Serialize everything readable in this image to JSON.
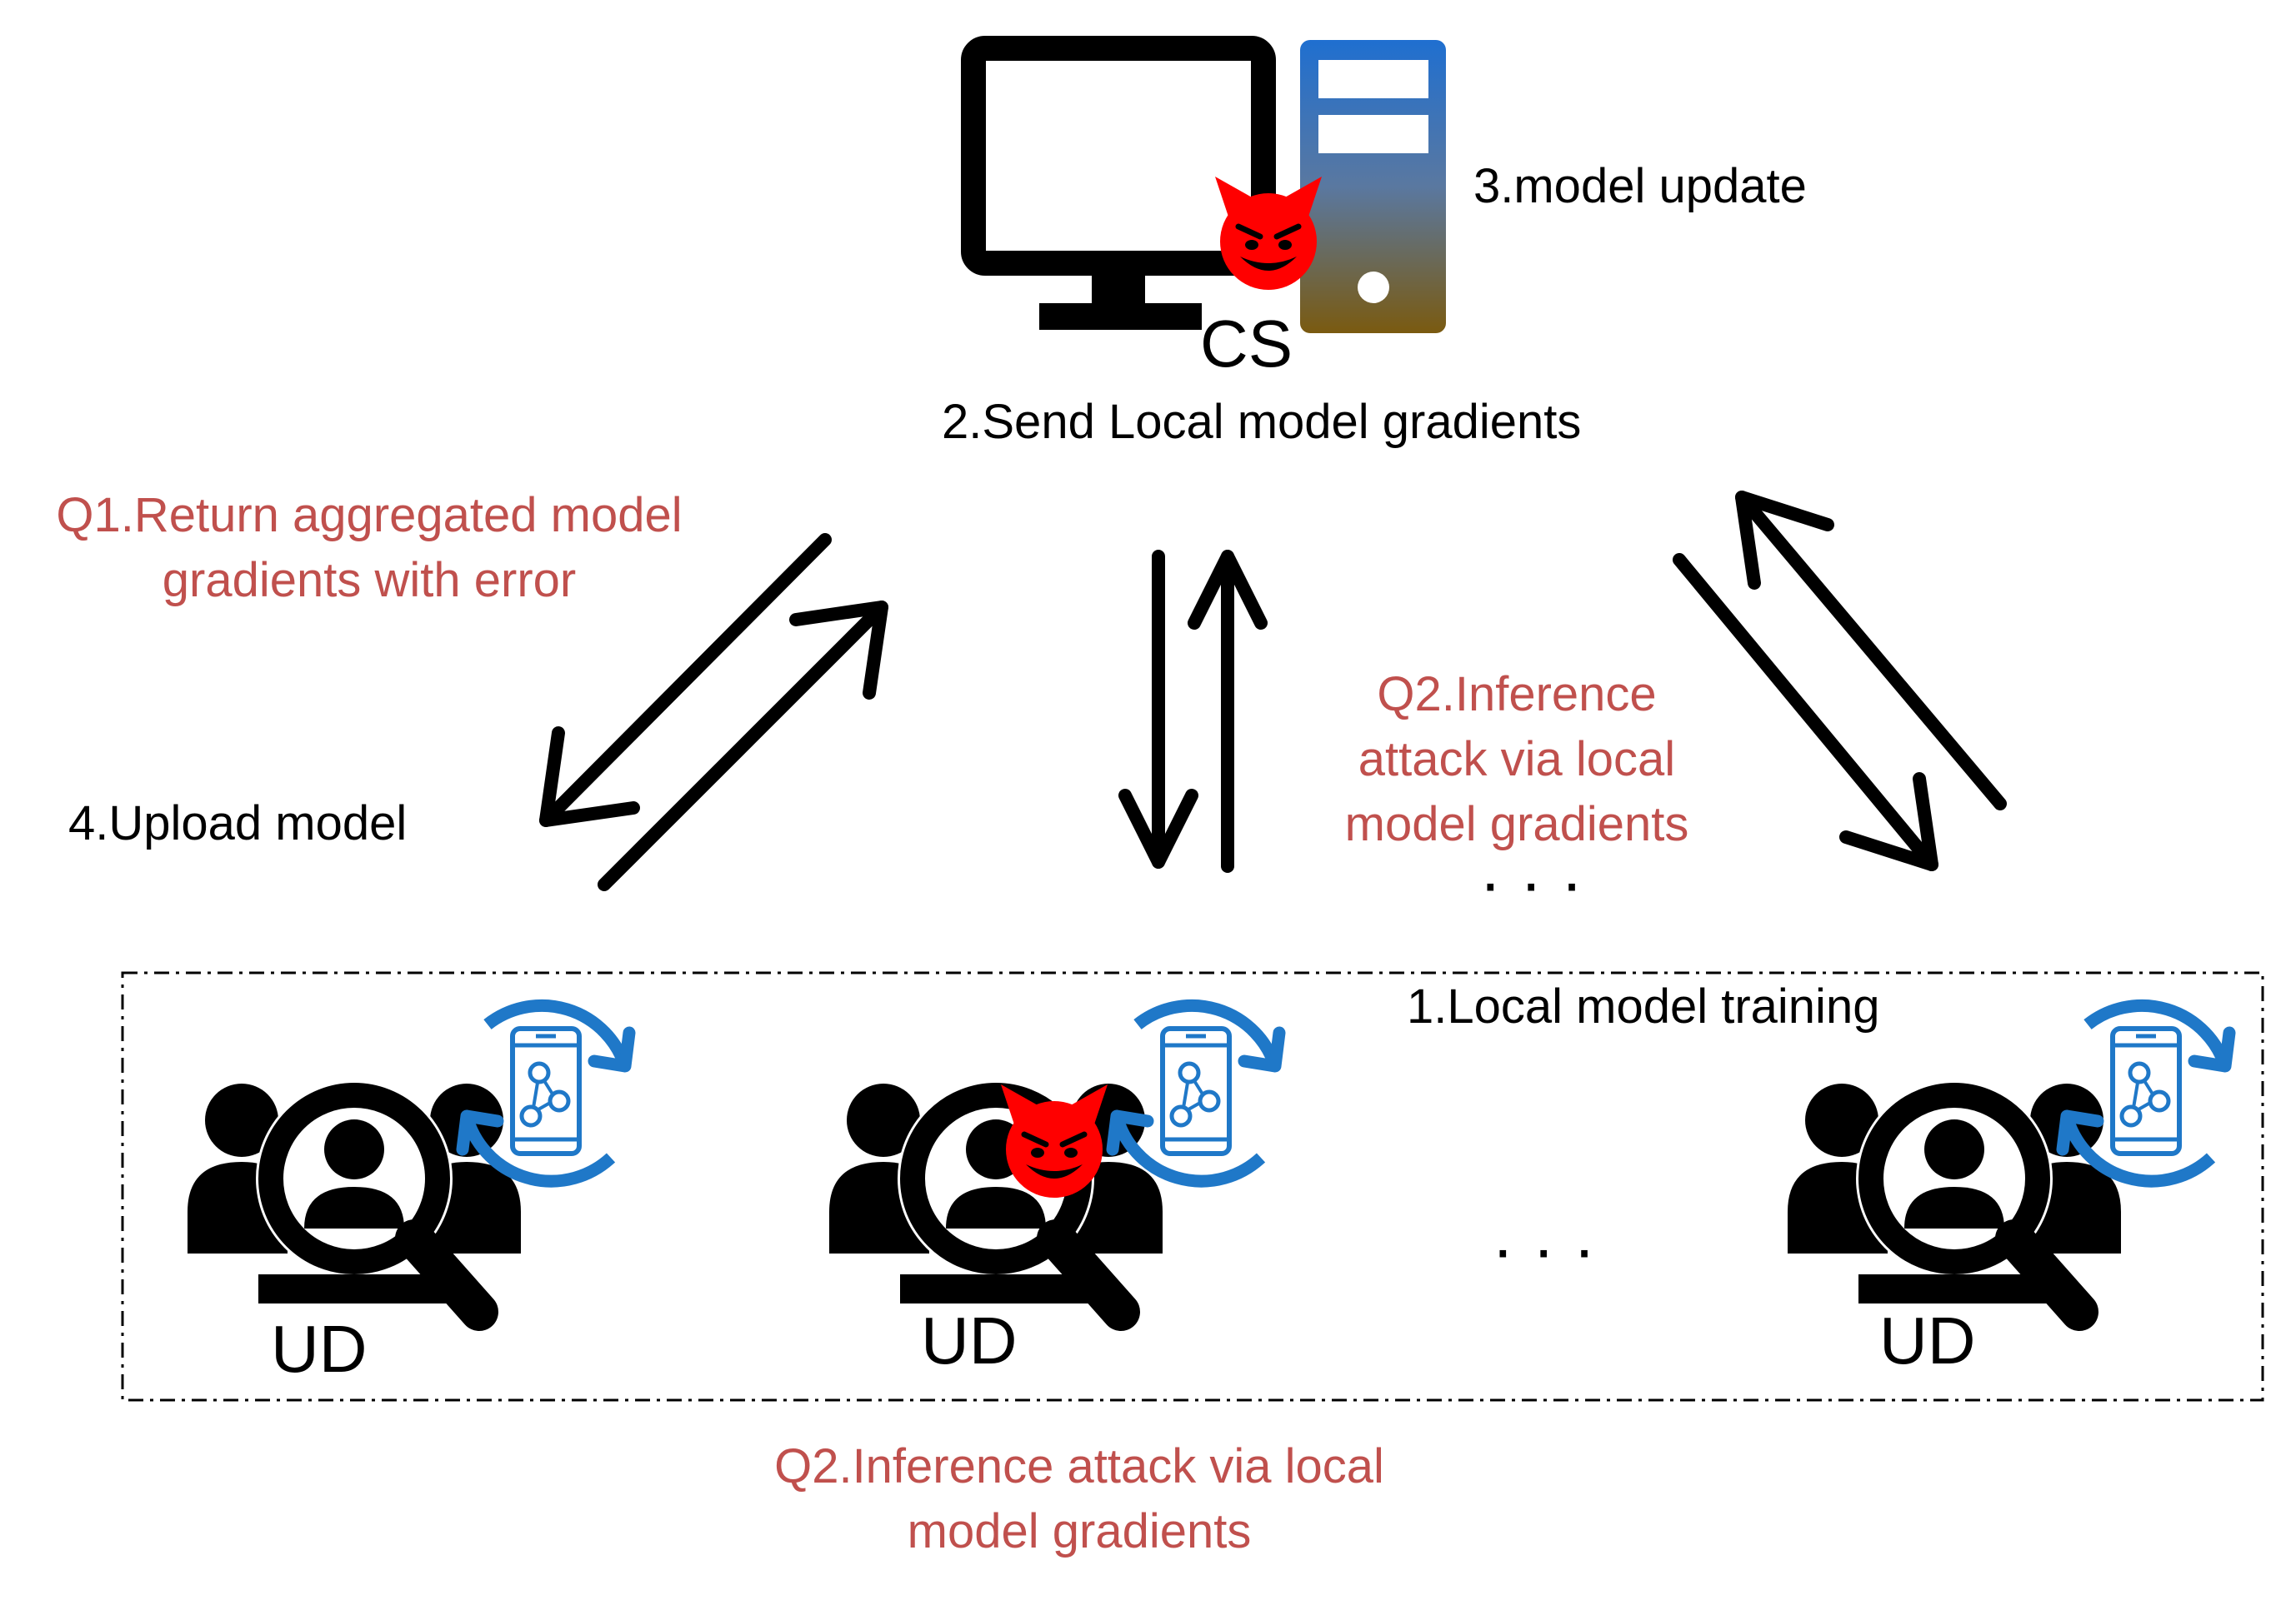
{
  "server": {
    "label": "CS"
  },
  "devices": [
    {
      "label": "UD"
    },
    {
      "label": "UD"
    },
    {
      "label": "UD"
    }
  ],
  "steps": {
    "local_training": "1.Local model training",
    "send_gradients": "2.Send Local model gradients",
    "model_update": "3.model update",
    "upload_model": "4.Upload model"
  },
  "threats": {
    "q1": {
      "line1": "Q1.Return aggregated model",
      "line2": "gradients with error"
    },
    "q2_top": {
      "line1": "Q2.Inference",
      "line2": "attack via local",
      "line3": "model gradients"
    },
    "q2_bottom": {
      "line1": "Q2.Inference attack via local",
      "line2": "model gradients"
    }
  },
  "ellipsis": "· · ·",
  "colors": {
    "threat_text": "#c0504d",
    "cycle_arrow": "#1f78c8",
    "devil": "#ff0000",
    "server_gradient_top": "#1f6fd0",
    "server_gradient_bottom": "#7a5a10",
    "ink": "#000000"
  },
  "icons": {
    "server": "monitor-and-tower-icon",
    "malicious": "devil-face-icon",
    "device": "user-search-icon",
    "training": "phone-sync-cycle-icon"
  }
}
